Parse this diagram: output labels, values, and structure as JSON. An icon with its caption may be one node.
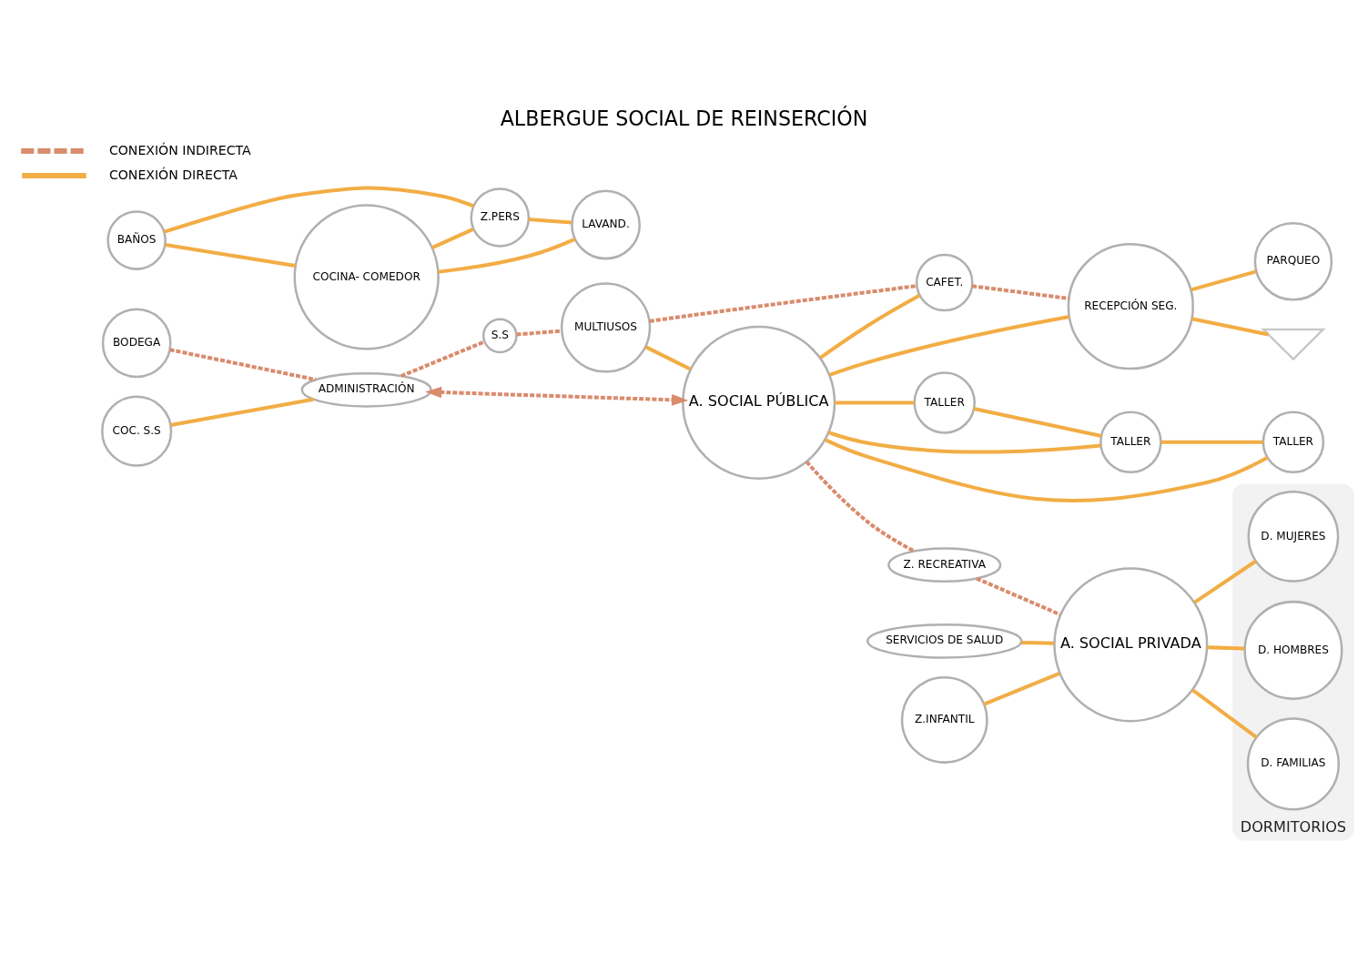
{
  "diagram": {
    "title": "ALBERGUE SOCIAL DE REINSERCIÓN",
    "nodes": [
      {
        "text": [
          "BODEGA"
        ]
      },
      {
        "text": [
          "COC. S.S"
        ]
      },
      {
        "text": [
          "ADMINISTRACIÓN"
        ]
      },
      {
        "text": [
          "S.S"
        ]
      },
      {
        "text": [
          "MULTIUSOS"
        ]
      },
      {
        "text": [
          "A. SOCIAL PÚBLICA"
        ]
      },
      {
        "text": [
          "TALLER"
        ]
      },
      {
        "text": [
          "TALLER"
        ]
      },
      {
        "text": [
          "TALLER"
        ]
      },
      {
        "text": [
          "CAFET."
        ]
      },
      {
        "text": [
          "RECEPCIÓN SEG."
        ]
      },
      {
        "text": [
          "PARQUEO"
        ]
      },
      {
        "text": [
          "Z. RECREATIVA"
        ]
      },
      {
        "text": [
          "SERVICIOS DE SALUD"
        ]
      },
      {
        "text": [
          "Z.INFANTIL"
        ]
      },
      {
        "text": [
          "A. SOCIAL PRIVADA"
        ]
      },
      {
        "text": [
          "DORMITORIOS"
        ]
      },
      {
        "text": [
          "D. MUJERES"
        ],
        "in": 16
      },
      {
        "text": [
          "D. HOMBRES"
        ],
        "in": 16
      },
      {
        "text": [
          "D. FAMILIAS"
        ],
        "in": 16
      },
      {
        "text": [
          "BAÑOS"
        ]
      },
      {
        "text": [
          "COCINA- COMEDOR"
        ]
      },
      {
        "text": [
          "Z.PERS"
        ]
      },
      {
        "text": [
          "LAVAND."
        ]
      },
      {
        "text": [],
        "shape": "triangle"
      }
    ],
    "edges": [
      {
        "from": 0,
        "to": 2,
        "arrow": "none",
        "style": "dashed",
        "color": "#d98b6c"
      },
      {
        "from": 1,
        "to": 2,
        "arrow": "none"
      },
      {
        "from": 2,
        "to": 3,
        "arrow": "none",
        "style": "dashed",
        "color": "#d98b6c"
      },
      {
        "from": 3,
        "to": 4,
        "arrow": "none",
        "style": "dashed",
        "color": "#d98b6c"
      },
      {
        "from": 2,
        "to": 5,
        "arrow": "both",
        "style": "dashed",
        "color": "#d98b6c"
      },
      {
        "from": 4,
        "to": 5,
        "arrow": "none"
      },
      {
        "from": 4,
        "to": 9,
        "arrow": "none",
        "style": "dashed",
        "color": "#d98b6c"
      },
      {
        "from": 5,
        "to": 6,
        "arrow": "none"
      },
      {
        "from": 6,
        "to": 7,
        "arrow": "none"
      },
      {
        "from": 5,
        "to": 7,
        "arrow": "none"
      },
      {
        "from": 7,
        "to": 8,
        "arrow": "none"
      },
      {
        "from": 5,
        "to": 8,
        "arrow": "none"
      },
      {
        "from": 5,
        "to": 9,
        "arrow": "none"
      },
      {
        "from": 5,
        "to": 10,
        "arrow": "none"
      },
      {
        "from": 9,
        "to": 10,
        "arrow": "none",
        "style": "dashed",
        "color": "#d98b6c"
      },
      {
        "from": 10,
        "to": 11,
        "arrow": "none"
      },
      {
        "from": 5,
        "to": 12,
        "arrow": "none",
        "style": "dashed",
        "color": "#d98b6c"
      },
      {
        "from": 12,
        "to": 15,
        "arrow": "none",
        "style": "dashed",
        "color": "#d98b6c"
      },
      {
        "from": 13,
        "to": 15,
        "arrow": "none"
      },
      {
        "from": 14,
        "to": 15,
        "arrow": "none"
      },
      {
        "from": 15,
        "to": 17,
        "arrow": "none"
      },
      {
        "from": 15,
        "to": 18,
        "arrow": "none"
      },
      {
        "from": 15,
        "to": 19,
        "arrow": "none"
      },
      {
        "from": 20,
        "to": 21,
        "arrow": "none"
      },
      {
        "from": 20,
        "to": 22,
        "arrow": "none"
      },
      {
        "from": 21,
        "to": 22,
        "arrow": "none"
      },
      {
        "from": 21,
        "to": 23,
        "arrow": "none"
      },
      {
        "from": 22,
        "to": 23,
        "arrow": "none"
      },
      {
        "from": 10,
        "to": 24,
        "arrow": "none"
      }
    ],
    "legend": [
      {
        "text": "CONEXIÓN INDIRECTA"
      },
      {
        "text": "CONEXIÓN DIRECTA"
      }
    ]
  }
}
